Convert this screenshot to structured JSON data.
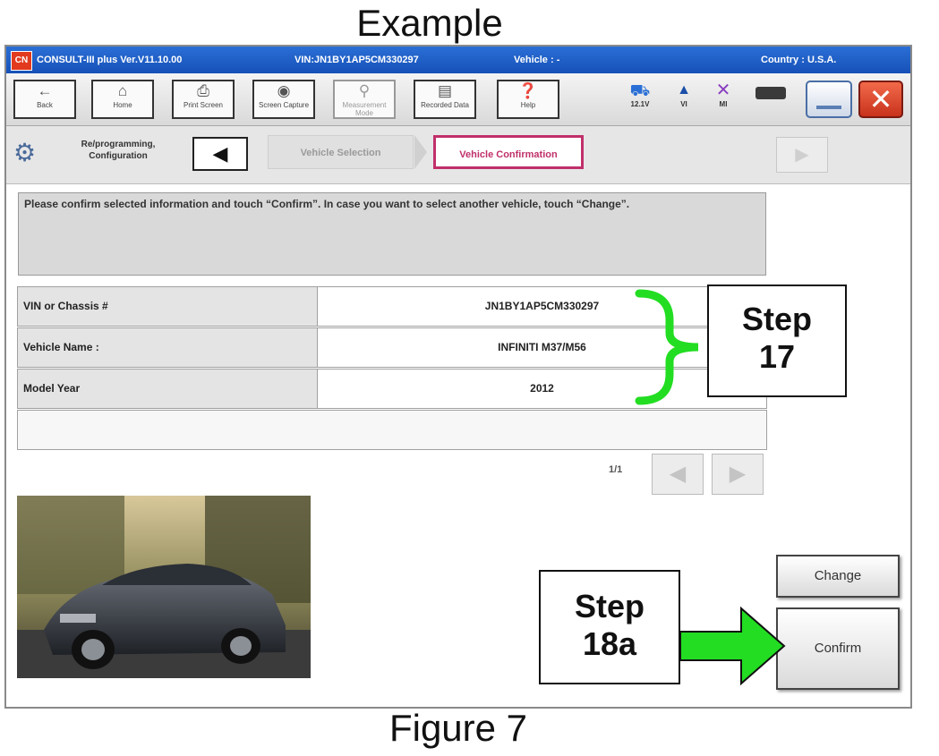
{
  "captions": {
    "top": "Example",
    "bottom": "Figure 7"
  },
  "titlebar": {
    "app": "CONSULT-III plus  Ver.V11.10.00",
    "vin": "VIN:JN1BY1AP5CM330297",
    "vehicle": "Vehicle : -",
    "country": "Country : U.S.A."
  },
  "toolbar": {
    "back": "Back",
    "home": "Home",
    "print": "Print Screen",
    "capture": "Screen Capture",
    "measurement": "Measurement Mode",
    "recorded": "Recorded Data",
    "help": "Help",
    "voltage": "12.1V",
    "vi": "VI",
    "mi": "MI"
  },
  "nav": {
    "section": "Re/programming, Configuration",
    "step1": "Vehicle Selection",
    "step2": "Vehicle Confirmation"
  },
  "message": "Please confirm selected information and touch “Confirm”. In case you want to select another vehicle, touch “Change”.",
  "table": {
    "rows": [
      {
        "label": "VIN or Chassis #",
        "value": "JN1BY1AP5CM330297"
      },
      {
        "label": "Vehicle Name :",
        "value": "INFINITI M37/M56"
      },
      {
        "label": "Model Year",
        "value": "2012"
      }
    ]
  },
  "pager": "1/1",
  "buttons": {
    "change": "Change",
    "confirm": "Confirm"
  },
  "callouts": {
    "step17": {
      "line1": "Step",
      "line2": "17"
    },
    "step18a": {
      "line1": "Step",
      "line2": "18a"
    }
  },
  "colors": {
    "callout_green": "#22dd22",
    "title_blue": "#1f5fc8",
    "active_tab_border": "#c0306a"
  }
}
